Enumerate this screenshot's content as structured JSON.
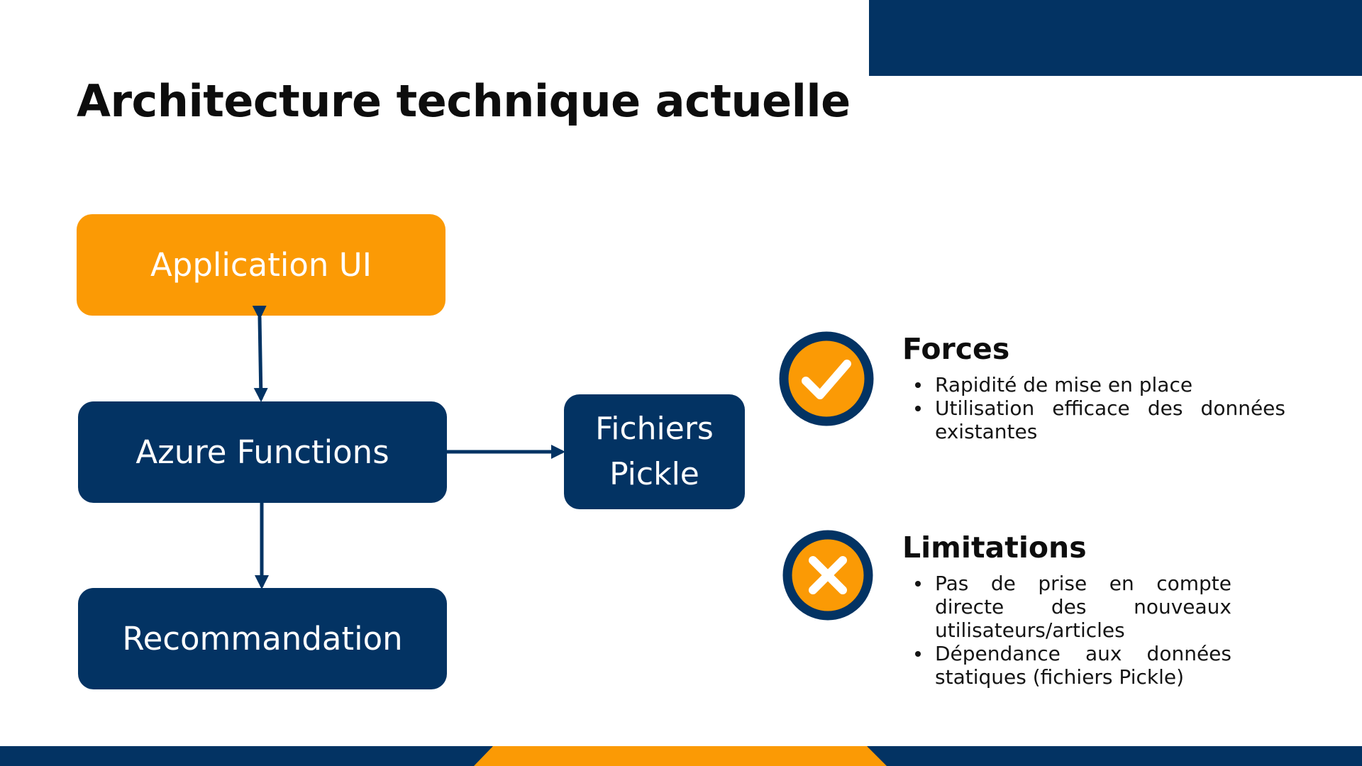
{
  "slide": {
    "title": "Architecture technique actuelle"
  },
  "diagram": {
    "nodes": [
      {
        "id": "app-ui",
        "label": "Application UI"
      },
      {
        "id": "azure-functions",
        "label": "Azure Functions"
      },
      {
        "id": "recommandation",
        "label": "Recommandation"
      },
      {
        "id": "fichiers-pickle",
        "label": "Fichiers Pickle"
      }
    ],
    "edges": [
      {
        "from": "app-ui",
        "to": "azure-functions",
        "direction": "both"
      },
      {
        "from": "azure-functions",
        "to": "fichiers-pickle",
        "direction": "forward"
      },
      {
        "from": "azure-functions",
        "to": "recommandation",
        "direction": "forward"
      }
    ]
  },
  "forces": {
    "icon": "check-circle-icon",
    "title": "Forces",
    "items": [
      "Rapidité de mise en place",
      "Utilisation efficace des données existantes"
    ]
  },
  "limitations": {
    "icon": "x-circle-icon",
    "title": "Limitations",
    "items": [
      "Pas de prise en compte directe des nouveaux utilisateurs/articles",
      "Dépendance aux données statiques (fichiers Pickle)"
    ]
  },
  "colors": {
    "navy": "#033363",
    "orange": "#fb9a05",
    "white": "#ffffff",
    "text": "#0d0d0d"
  }
}
